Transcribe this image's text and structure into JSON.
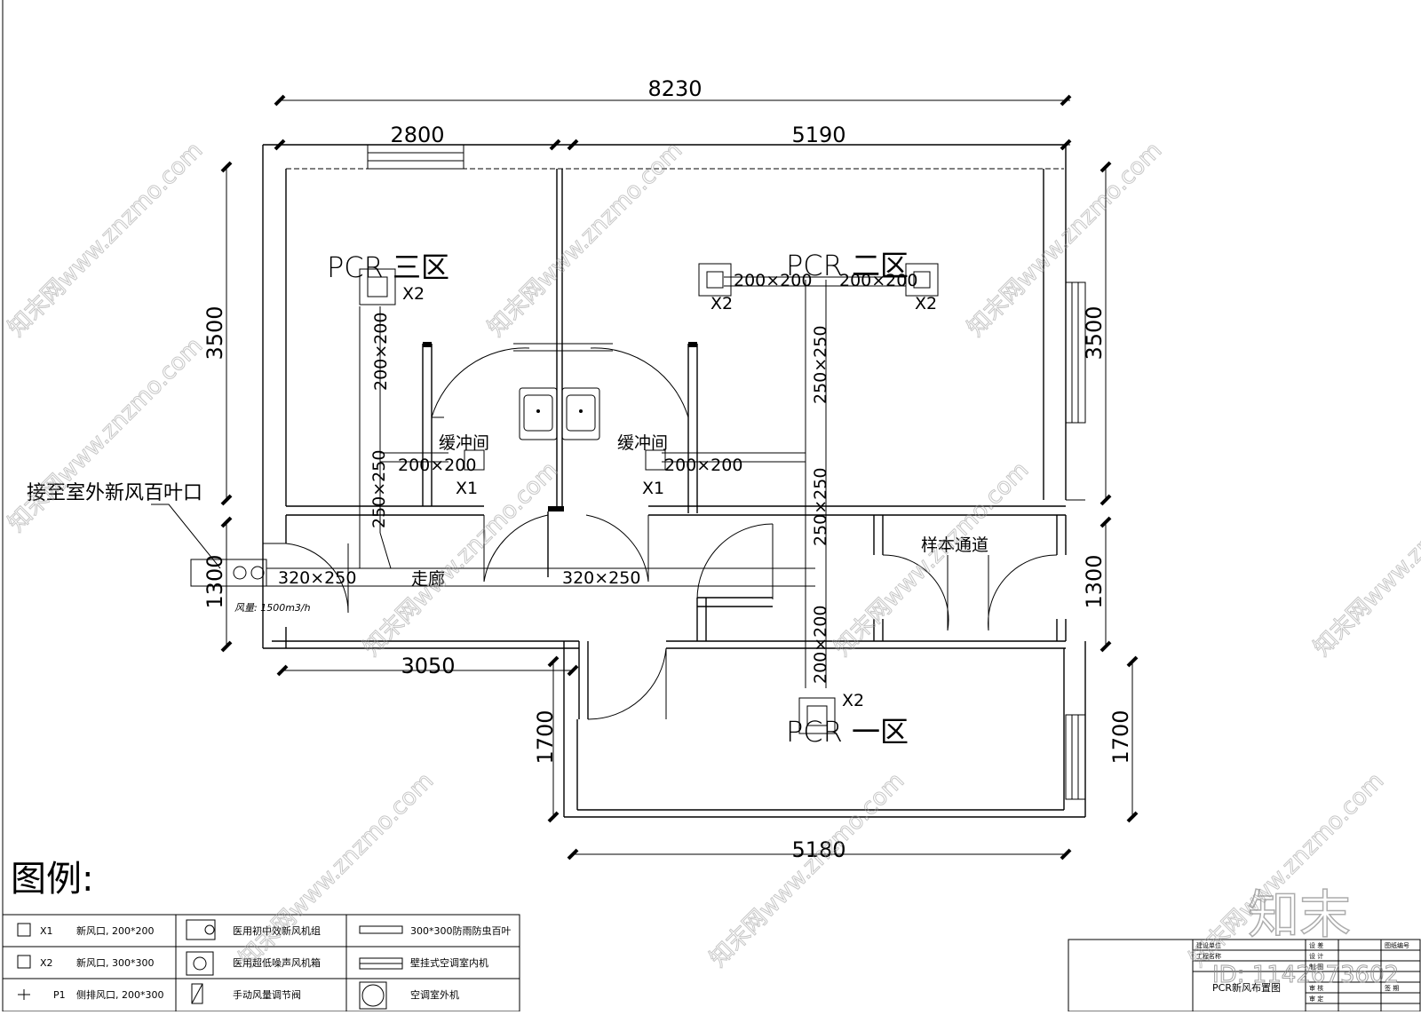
{
  "dimensions": {
    "overall_top": "8230",
    "top_left": "2800",
    "top_right": "5190",
    "left_upper": "3500",
    "right_upper": "3500",
    "left_middle": "1300",
    "right_middle": "1300",
    "bottom_left": "3050",
    "left_lower": "1700",
    "right_lower": "1700",
    "bottom": "5180"
  },
  "rooms": {
    "pcr3": "PCR 三区",
    "pcr2": "PCR 二区",
    "pcr1": "PCR 一区",
    "buffer_left": "缓冲间",
    "buffer_right": "缓冲间",
    "corridor": "走廊",
    "sample_channel": "样本通道"
  },
  "ducts": {
    "d_200x200_v_left": "200×200",
    "d_250x250_v_left": "250×250",
    "d_200x200_buffer_left": "200×200",
    "d_200x200_buffer_right": "200×200",
    "d_200x200_pcr2_left": "200×200",
    "d_200x200_pcr2_right": "200×200",
    "d_250x250_v_right_upper": "250×250",
    "d_250x250_v_right_mid": "250×250",
    "d_200x200_v_right_lower": "200×200",
    "d_320x250_left": "320×250",
    "d_320x250_center": "320×250"
  },
  "markers": {
    "pcr3_x2": "X2",
    "pcr2_left_x2": "X2",
    "pcr2_right_x2": "X2",
    "pcr1_x2": "X2",
    "buffer_left_x1": "X1",
    "buffer_right_x1": "X1"
  },
  "annotations": {
    "outdoor_connection": "接至室外新风百叶口",
    "airflow": "风量: 1500m3/h"
  },
  "legend": {
    "title": "图例:",
    "rows": [
      {
        "c1_code": "X1",
        "c1_text": "新风口, 200*200",
        "c2_text": "医用初中效新风机组",
        "c3_text": "300*300防雨防虫百叶"
      },
      {
        "c1_code": "X2",
        "c1_text": "新风口, 300*300",
        "c2_text": "医用超低噪声风机箱",
        "c3_text": "壁挂式空调室内机"
      },
      {
        "c1_code": "P1",
        "c1_text": "侧排风口, 200*300",
        "c2_text": "手动风量调节阀",
        "c3_text": "空调室外机"
      }
    ]
  },
  "title_block": {
    "drawing_title": "PCR新风布置图",
    "rows_left": [
      "建设单位",
      "工程名称",
      "",
      "",
      ""
    ],
    "rows_mid": [
      "设 差",
      "设 计",
      "制 图",
      "审 核",
      "审 定"
    ],
    "rows_right": [
      "图纸编号",
      "",
      "",
      "签 期",
      ""
    ]
  },
  "watermark": {
    "text": "知末网www.znzmo.com",
    "logo": "知末",
    "id": "ID: 1142673602"
  }
}
